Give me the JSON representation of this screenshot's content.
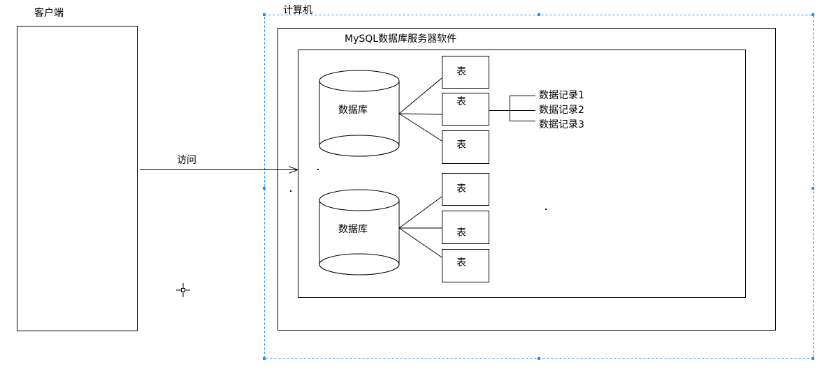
{
  "client": {
    "label": "客户端"
  },
  "computer": {
    "label": "计算机"
  },
  "server": {
    "label": "MySQL数据库服务器软件"
  },
  "access": {
    "label": "访问"
  },
  "databases": [
    {
      "label": "数据库",
      "tables": [
        "表",
        "表",
        "表"
      ]
    },
    {
      "label": "数据库",
      "tables": [
        "表",
        "表",
        "表"
      ]
    }
  ],
  "records": [
    "数据记录1",
    "数据记录2",
    "数据记录3"
  ],
  "colors": {
    "stroke": "#000000",
    "dashed_border": "#1e90ff",
    "background": "#ffffff"
  }
}
